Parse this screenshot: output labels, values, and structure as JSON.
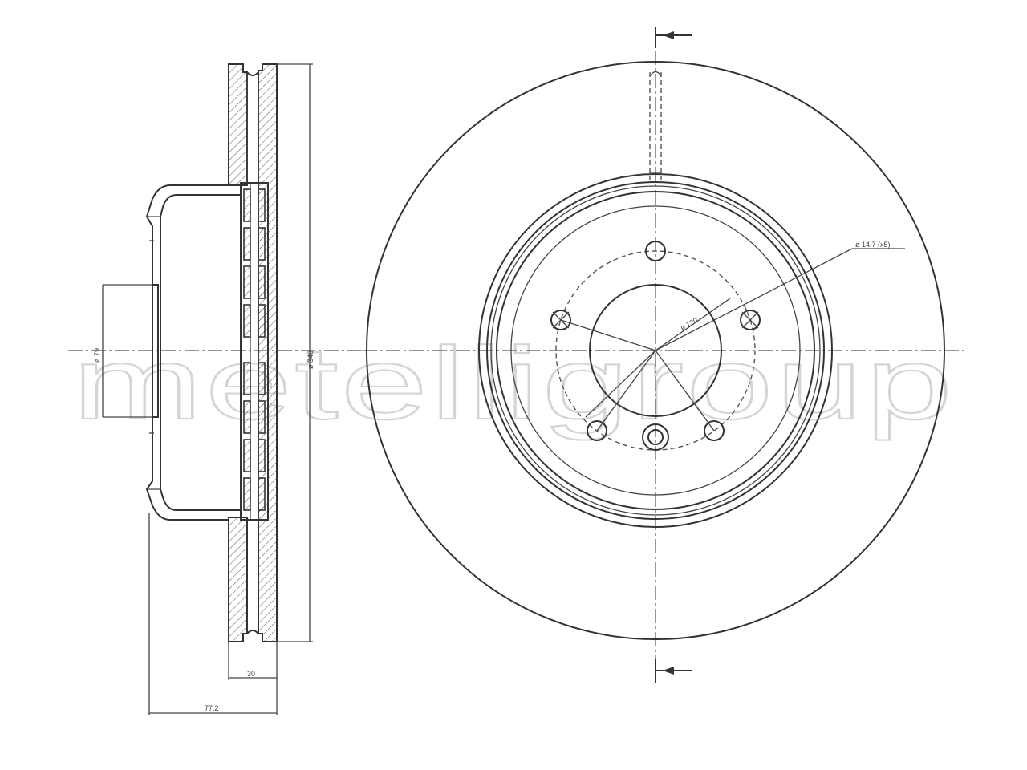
{
  "watermark": "metelligroup",
  "dimensions": {
    "hub_bore": "ø 79",
    "outer_diameter": "ø 348",
    "disc_thickness": "30",
    "total_height": "77.2",
    "pcd": "ø 120",
    "bolt_holes": "ø 14.7 (x5)"
  }
}
